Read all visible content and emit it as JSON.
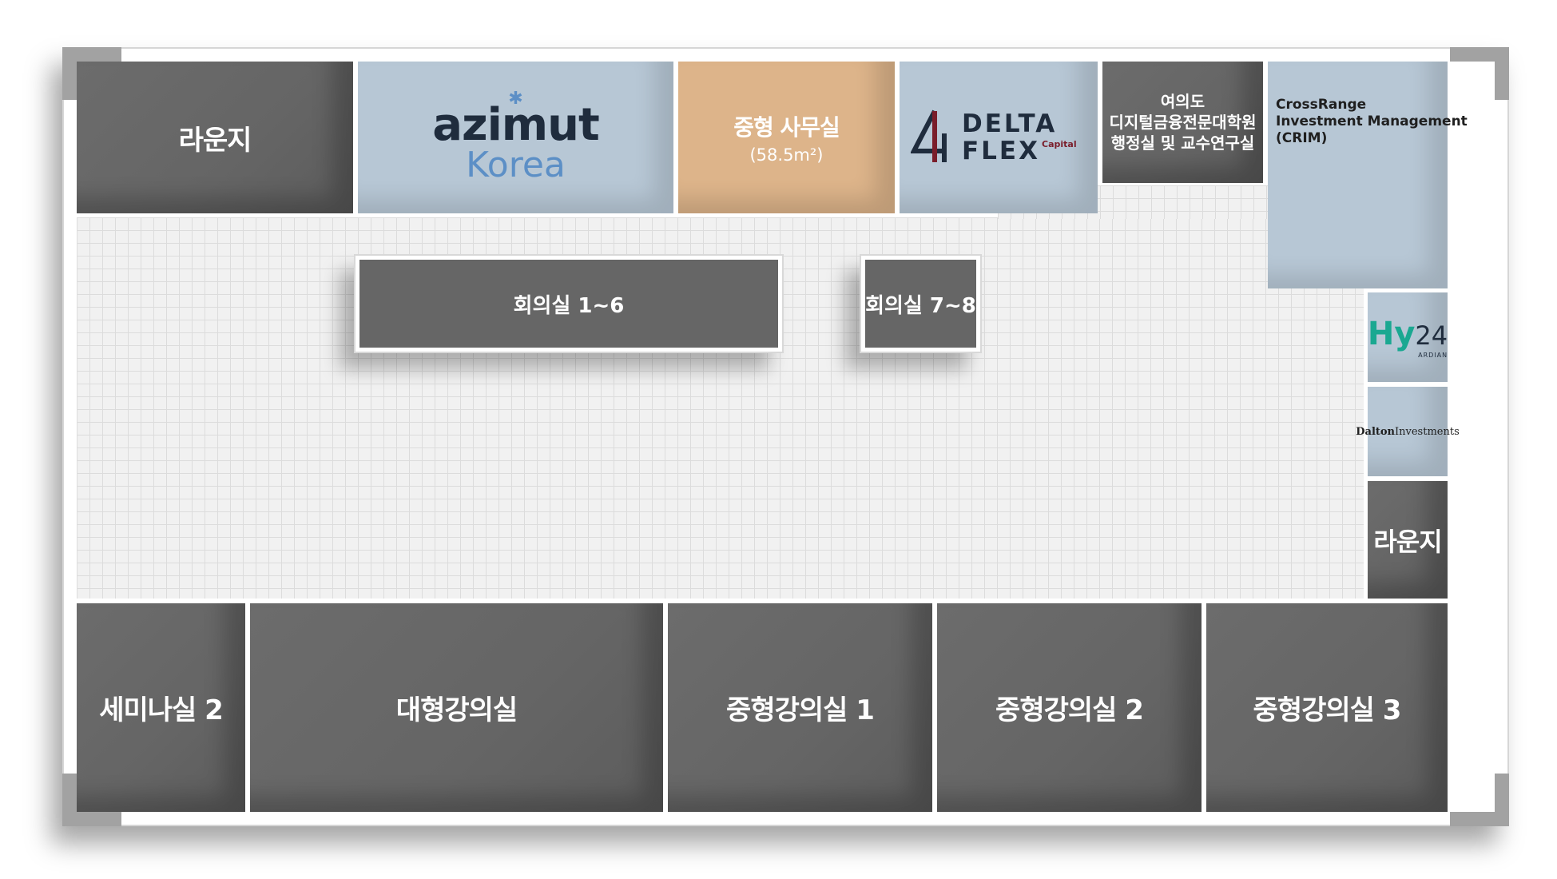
{
  "floor_plan": {
    "top_row": {
      "lounge_left": "라운지",
      "azimut": {
        "brand": "azimut",
        "country": "Korea"
      },
      "mid_office": {
        "name": "중형 사무실",
        "area": "(58.5m²)"
      },
      "delta_flex": {
        "line1": "DELTA",
        "line2": "FLEX",
        "suffix": "Capital"
      },
      "yeouido": {
        "line1": "여의도",
        "line2": "디지털금융전문대학원",
        "line3": "행정실 및 교수연구실"
      },
      "crossrange": {
        "line1": "CrossRange",
        "line2": "Investment Management",
        "line3": "(CRIM)"
      }
    },
    "meeting_rooms": {
      "room_a": "회의실 1~6",
      "room_b": "회의실 7~8"
    },
    "right_column": {
      "hy24": {
        "main": "Hy",
        "number": "24",
        "tagline": "ARDIAN"
      },
      "dalton": {
        "bold": "Dalton",
        "regular": "Investments"
      },
      "lounge_right": "라운지"
    },
    "bottom_row": {
      "seminar": "세미나실 2",
      "large_lecture": "대형강의실",
      "mid_lecture_1": "중형강의실 1",
      "mid_lecture_2": "중형강의실 2",
      "mid_lecture_3": "중형강의실 3"
    },
    "colors": {
      "dark_room": "#666666",
      "tenant_room": "#b7c7d5",
      "office_room": "#ddb48a",
      "corridor": "#f1f1f1",
      "azimut_navy": "#1f2c3d",
      "azimut_blue": "#5c8fc6",
      "delta_red": "#7a1d2a",
      "hy24_teal": "#1aa891"
    }
  }
}
